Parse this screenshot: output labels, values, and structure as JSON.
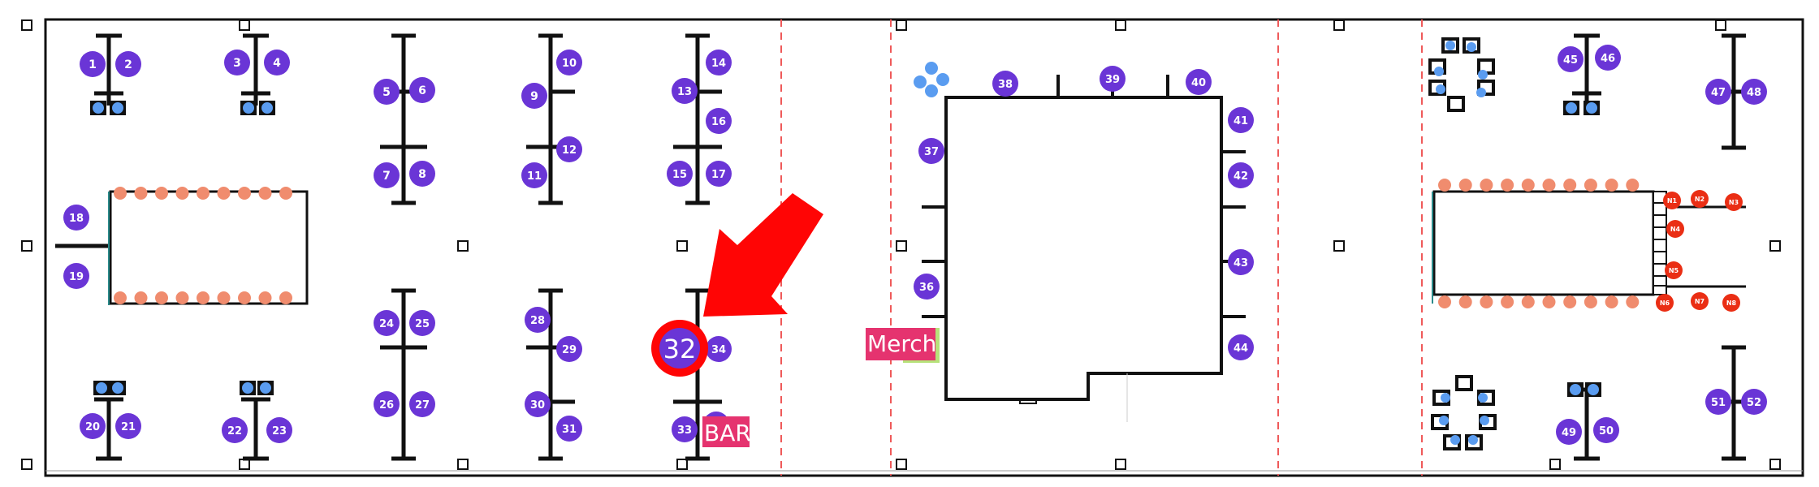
{
  "colors": {
    "booth": "#6a35d6",
    "chair": "#5a9cf0",
    "chair_salmon": "#f08c6e",
    "chair_red": "#ea2e14",
    "label_pink": "#e5336f",
    "merch_green": "#b6e27a",
    "arrow_red": "#ff0505",
    "divider_red": "#ef5a5a",
    "line": "#111111"
  },
  "booths": [
    "1",
    "2",
    "3",
    "4",
    "5",
    "6",
    "7",
    "8",
    "9",
    "10",
    "11",
    "12",
    "13",
    "14",
    "15",
    "16",
    "17",
    "18",
    "19",
    "20",
    "21",
    "22",
    "23",
    "24",
    "25",
    "26",
    "27",
    "28",
    "29",
    "30",
    "31",
    "32",
    "33",
    "34",
    "35",
    "36",
    "37",
    "38",
    "39",
    "40",
    "41",
    "42",
    "43",
    "44",
    "45",
    "46",
    "47",
    "48",
    "49",
    "50",
    "51",
    "52"
  ],
  "highlighted_booth": "32",
  "red_chairs": [
    "N1",
    "N2",
    "N3",
    "N4",
    "N5",
    "N6",
    "N7",
    "N8"
  ],
  "labels": {
    "bar": "BAR",
    "merch": "Merch"
  },
  "icons": {
    "pointer": "arrow-pointer-icon",
    "post": "column-post-icon"
  }
}
